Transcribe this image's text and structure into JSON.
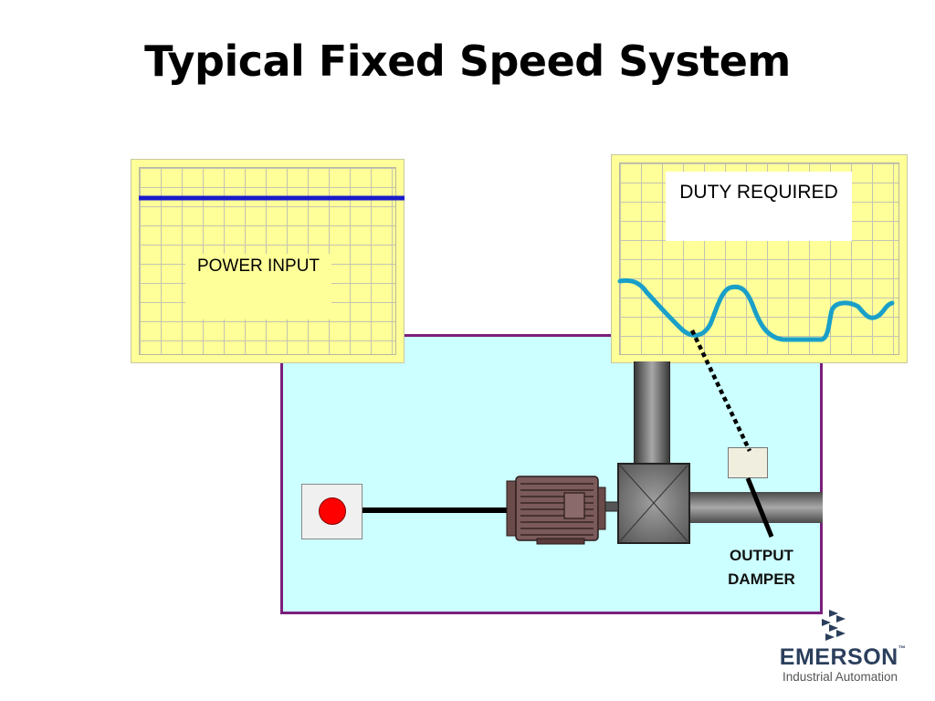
{
  "slide": {
    "title": "Typical Fixed Speed System"
  },
  "power_chart": {
    "label": "POWER INPUT",
    "line_color": "#1a1acc",
    "level": "constant"
  },
  "duty_chart": {
    "label": "DUTY REQUIRED",
    "curve_color": "#1aa0c8"
  },
  "components": {
    "damper_label": "OUTPUT DAMPER",
    "starter_light_color": "#ff0000",
    "enclosure_border_color": "#7b1f7b",
    "enclosure_fill_color": "#ccffff"
  },
  "logo": {
    "name": "EMERSON",
    "trademark": "™",
    "tagline": "Industrial Automation"
  }
}
